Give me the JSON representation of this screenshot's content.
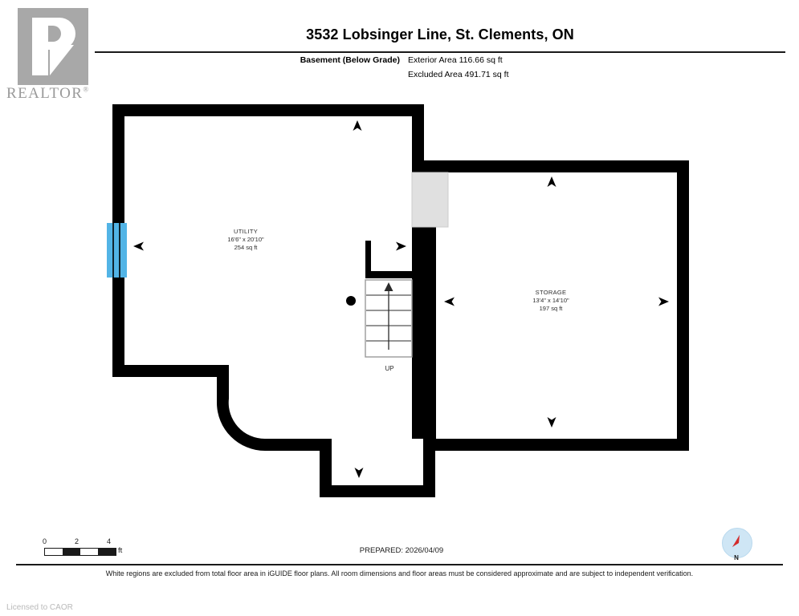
{
  "logo": {
    "wordmark": "REALTOR",
    "registered_mark": "®",
    "icon": "realtor-r-logo"
  },
  "header": {
    "title": "3532 Lobsinger Line, St. Clements, ON",
    "level_label": "Basement (Below Grade)",
    "exterior_area": "Exterior Area 116.66 sq ft",
    "excluded_area": "Excluded Area 491.71 sq ft"
  },
  "rooms": [
    {
      "id": "utility",
      "name": "UTILITY",
      "dimensions": "16'6\" x 20'10\"",
      "area": "254 sq ft"
    },
    {
      "id": "storage",
      "name": "STORAGE",
      "dimensions": "13'4\" x 14'10\"",
      "area": "197 sq ft"
    }
  ],
  "stairs": {
    "direction_label": "UP",
    "tread_count": 5
  },
  "scalebar": {
    "ticks": [
      "0",
      "2",
      "4"
    ],
    "unit": "ft",
    "segments": [
      "white",
      "black",
      "white",
      "black"
    ]
  },
  "prepared": "PREPARED: 2026/04/09",
  "compass": {
    "label": "N",
    "icon": "compass-needle-icon",
    "dial_color": "#cfe6f5",
    "needle_color": "#d42b2b"
  },
  "footer": {
    "disclaimer": "White regions are excluded from total floor area in iGUIDE floor plans. All room dimensions and floor areas must be considered approximate and are subject to independent verification.",
    "license": "Licensed to CAOR"
  },
  "colors": {
    "wall": "#000000",
    "window": "#52b4e6",
    "excluded": "#e0e0e0",
    "background": "#ffffff"
  }
}
